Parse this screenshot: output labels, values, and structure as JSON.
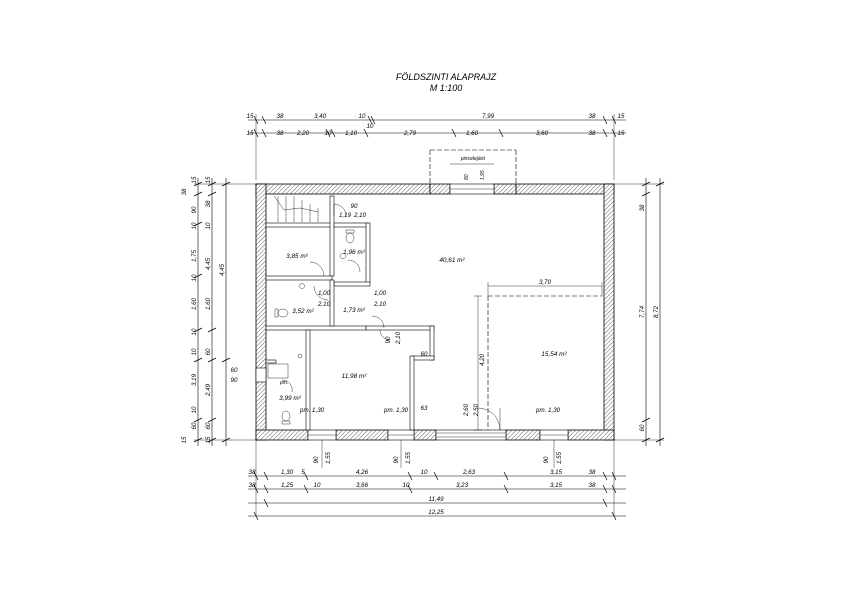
{
  "title": {
    "line1": "FÖLDSZINTI ALAPRAJZ",
    "line2": "M 1:100"
  },
  "top_dims": {
    "row1": [
      "15",
      "38",
      "3,40",
      "10",
      "7,99",
      "38",
      "15"
    ],
    "row1_small": "10",
    "row2": [
      "15",
      "38",
      "2,20",
      "10",
      "1,10",
      "2,79",
      "1,60",
      "3,60",
      "38",
      "15"
    ]
  },
  "bottom_dims": {
    "row1": [
      "38",
      "1,30",
      "5",
      "4,26",
      "10",
      "2,63",
      "3,15",
      "38"
    ],
    "row2": [
      "38",
      "1,25",
      "10",
      "3,66",
      "10",
      "3,23",
      "3,15",
      "38"
    ],
    "row3": "11,49",
    "row4": "12,25",
    "window_marks": [
      "90",
      "1,55",
      "90",
      "1,55",
      "90",
      "1,55"
    ]
  },
  "left_dims": {
    "col1": [
      "38",
      "15",
      "90",
      "10",
      "1,75",
      "10",
      "1,60",
      "10",
      "10",
      "3,19",
      "10",
      "60",
      "15"
    ],
    "col2": [
      "15",
      "38",
      "10",
      "4,45",
      "1,60",
      "60",
      "2,49",
      "60",
      "15"
    ],
    "col3": [
      "4,45",
      "60",
      "90"
    ]
  },
  "right_dims": {
    "col1": [
      "38",
      "7,74",
      "60"
    ],
    "col2": "8,72"
  },
  "rooms": {
    "main": "40,61 m²",
    "kitchen": "15,54 m²",
    "room_left": "3,85 m²",
    "room_mid": "3,52 m²",
    "wc": "1,96 m²",
    "hall": "1,73 m²",
    "room_bottom": "11,98 m²",
    "bath": "3,99 m²"
  },
  "labels": {
    "cellar": "pincelejáró",
    "d_370": "3,70",
    "d_420": "4,20",
    "d_260": "2,60",
    "d_250": "2,50",
    "d_60": "60",
    "d_90a": "90",
    "d_210a": "2,10",
    "d_119": "1,19",
    "d_100a": "1,00",
    "d_100b": "1,00",
    "d_210b": "2,10",
    "d_210c": "2,10",
    "d_90b": "90",
    "d_210d": "2,10",
    "d_80": "80",
    "d_195": "1,95",
    "pm1": "pm. 1,30",
    "pm2": "pm. 1,30",
    "pm3": "pm. 1,30",
    "d_63": "63",
    "pm_small": "pm."
  }
}
